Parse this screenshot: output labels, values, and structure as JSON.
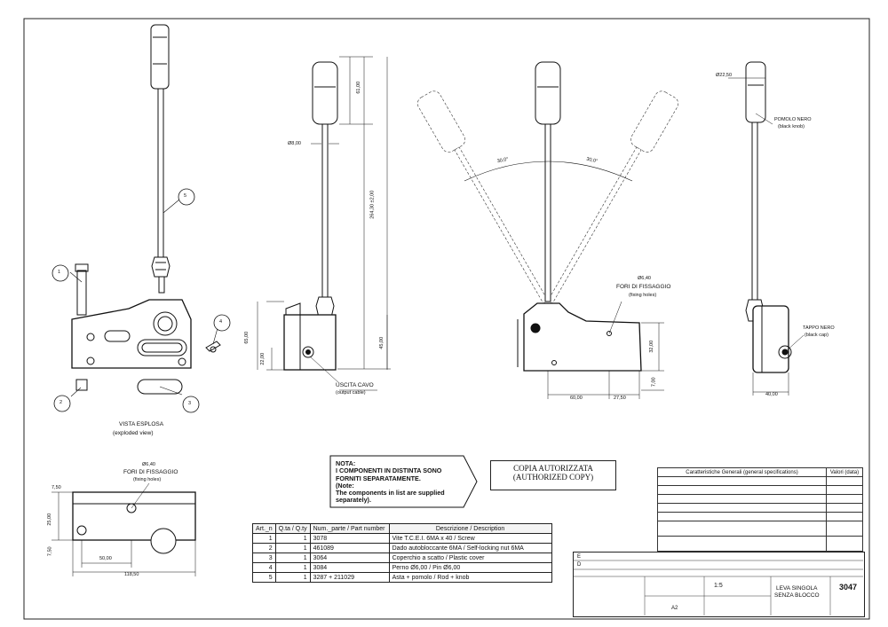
{
  "views": {
    "exploded": {
      "title": "VISTA ESPLOSA",
      "subtitle": "(exploded view)",
      "balloons": [
        "1",
        "2",
        "3",
        "4",
        "5"
      ]
    },
    "side": {
      "dim_diameter": "Ø8,00",
      "dim_knob": "61,00",
      "dim_overall": "264,30 ±2,00",
      "dim_body": "65,00",
      "dim_22": "22,00",
      "dim_45": "45,00",
      "label_cable": "USCITA CAVO",
      "label_cable_en": "(output cable)"
    },
    "front": {
      "angle_left": "30,0°",
      "angle_right": "30,0°",
      "holes_dia": "Ø6,40",
      "holes_label": "FORI DI FISSAGGIO",
      "holes_label_en": "(fixing holes)",
      "dim_60": "60,00",
      "dim_275": "27,50",
      "dim_32": "32,00",
      "dim_7": "7,00"
    },
    "right": {
      "dim_knob_dia": "Ø22,50",
      "knob_label": "POMOLO NERO",
      "knob_label_en": "(black knob)",
      "cap_label": "TAPPO NERO",
      "cap_label_en": "(black cap)",
      "dim_40": "40,00"
    },
    "bottom": {
      "holes_dia": "Ø6,40",
      "holes_label": "FORI DI FISSAGGIO",
      "holes_label_en": "(fixing holes)",
      "dim_750a": "7,50",
      "dim_25": "25,00",
      "dim_750b": "7,50",
      "dim_50": "50,00",
      "dim_11850": "118,50"
    }
  },
  "note": {
    "l1": "NOTA:",
    "l2": "I COMPONENTI IN DISTINTA SONO",
    "l3": "FORNITI SEPARATAMENTE.",
    "l4": "(Note:",
    "l5": "The components in list are supplied",
    "l6": "separately)."
  },
  "stamp": {
    "l1": "COPIA AUTORIZZATA",
    "l2": "(AUTHORIZED COPY)"
  },
  "bom": {
    "headers": [
      "Art._n",
      "Q.ta / Q.ty",
      "Num._parte / Part number",
      "Descrizione / Description"
    ],
    "rows": [
      [
        "1",
        "1",
        "3078",
        "Vite T.C.E.I. 6MA x 40 / Screw"
      ],
      [
        "2",
        "1",
        "461089",
        "Dado autobloccante 6MA / Self-locking nut 6MA"
      ],
      [
        "3",
        "1",
        "3064",
        "Coperchio a scatto / Plastic cover"
      ],
      [
        "4",
        "1",
        "3084",
        "Perno Ø6,00 / Pin Ø6,00"
      ],
      [
        "5",
        "1",
        "3287 + 211029",
        "Asta + pomolo / Rod + knob"
      ]
    ]
  },
  "spec": {
    "h1": "Caratteristiche Generali (general specifications)",
    "h2": "Valori (data)"
  },
  "title_block": {
    "rev_e": "E",
    "rev_d": "D",
    "title1": "LEVA SINGOLA",
    "title2": "SENZA BLOCCO",
    "code": "3047",
    "scale": "1:5",
    "format": "A2"
  },
  "colors": {
    "line": "#111111",
    "lever_ghost": "#333333"
  }
}
